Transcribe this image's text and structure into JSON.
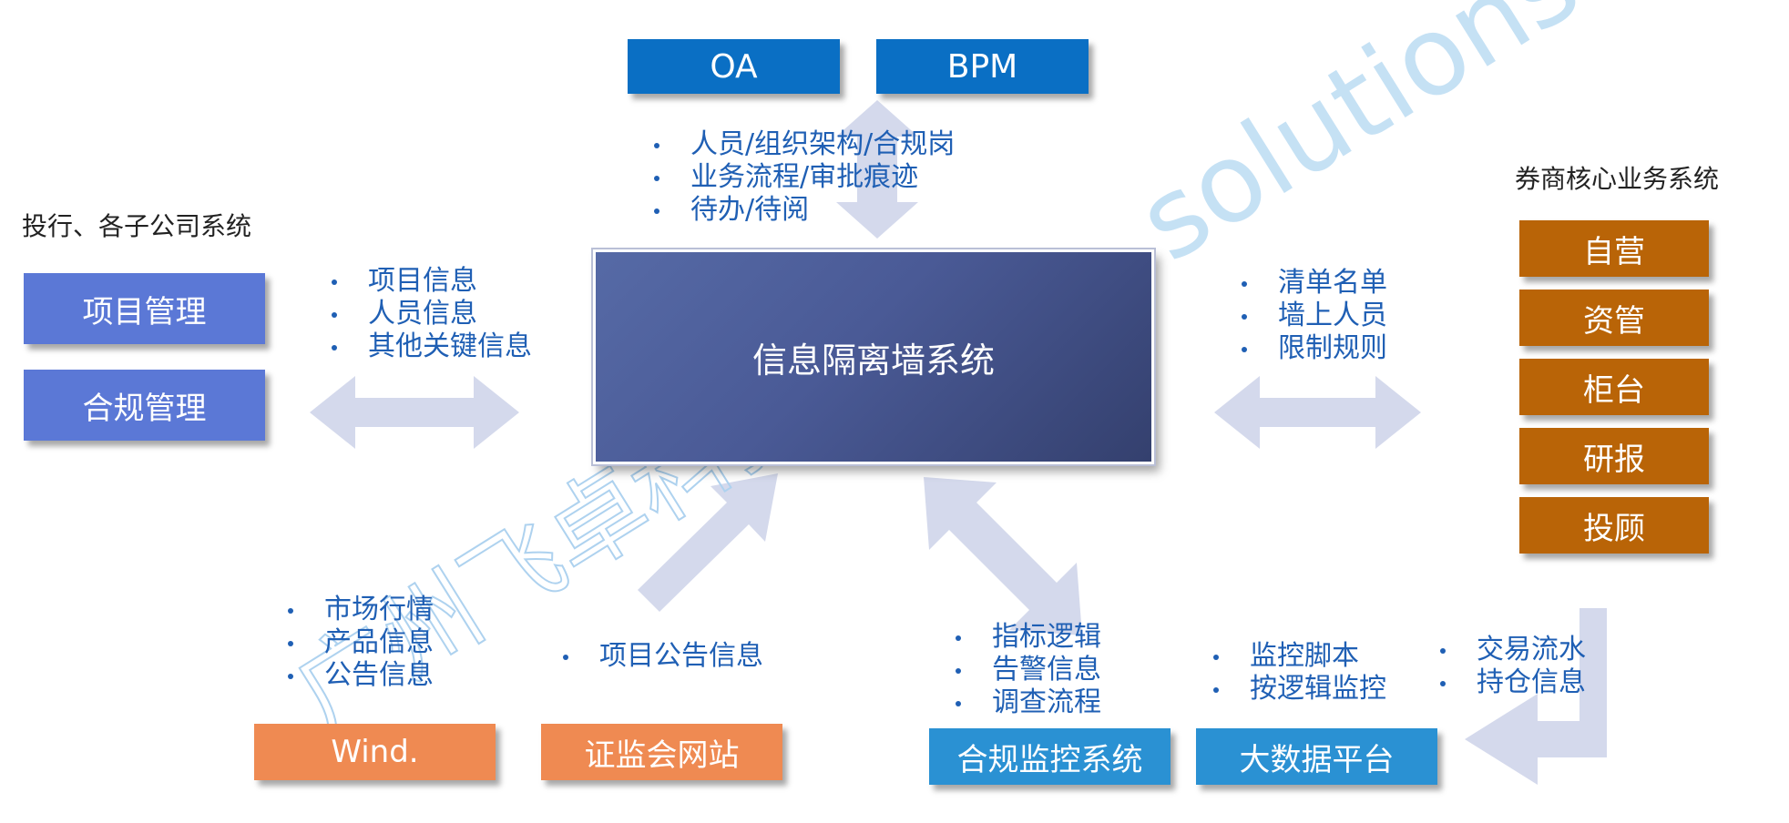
{
  "colors": {
    "top_blue": "#0a6fc4",
    "mgmt_purple": "#5b78d6",
    "business_orange": "#b96407",
    "source_orange": "#ef8a52",
    "monitor_cyan": "#2a91d3",
    "center_navy": "#4a5a96",
    "bullet_blue": "#1f5fb4",
    "arrow_lavender": "#d4d9ec"
  },
  "top_systems": [
    "OA",
    "BPM"
  ],
  "top_bullets": [
    "人员/组织架构/合规岗",
    "业务流程/审批痕迹",
    "待办/待阅"
  ],
  "left_title": "投行、各子公司系统",
  "left_systems": [
    "项目管理",
    "合规管理"
  ],
  "left_bullets": [
    "项目信息",
    "人员信息",
    "其他关键信息"
  ],
  "center_label": "信息隔离墙系统",
  "right_title": "券商核心业务系统",
  "right_systems": [
    "自营",
    "资管",
    "柜台",
    "研报",
    "投顾"
  ],
  "right_bullets": [
    "清单名单",
    "墙上人员",
    "限制规则"
  ],
  "bottom_left_bullets": [
    "市场行情",
    "产品信息",
    "公告信息"
  ],
  "bottom_mid_bullets": [
    "项目公告信息"
  ],
  "bottom_sources": [
    "Wind.",
    "证监会网站"
  ],
  "monitor_bullets": [
    "指标逻辑",
    "告警信息",
    "调查流程"
  ],
  "bigdata_bullets": [
    "监控脚本",
    "按逻辑监控"
  ],
  "trade_bullets": [
    "交易流水",
    "持仓信息"
  ],
  "bottom_platforms": [
    "合规监控系统",
    "大数据平台"
  ],
  "watermark": {
    "brand": "广州飞卓科技",
    "word": "solutions"
  }
}
